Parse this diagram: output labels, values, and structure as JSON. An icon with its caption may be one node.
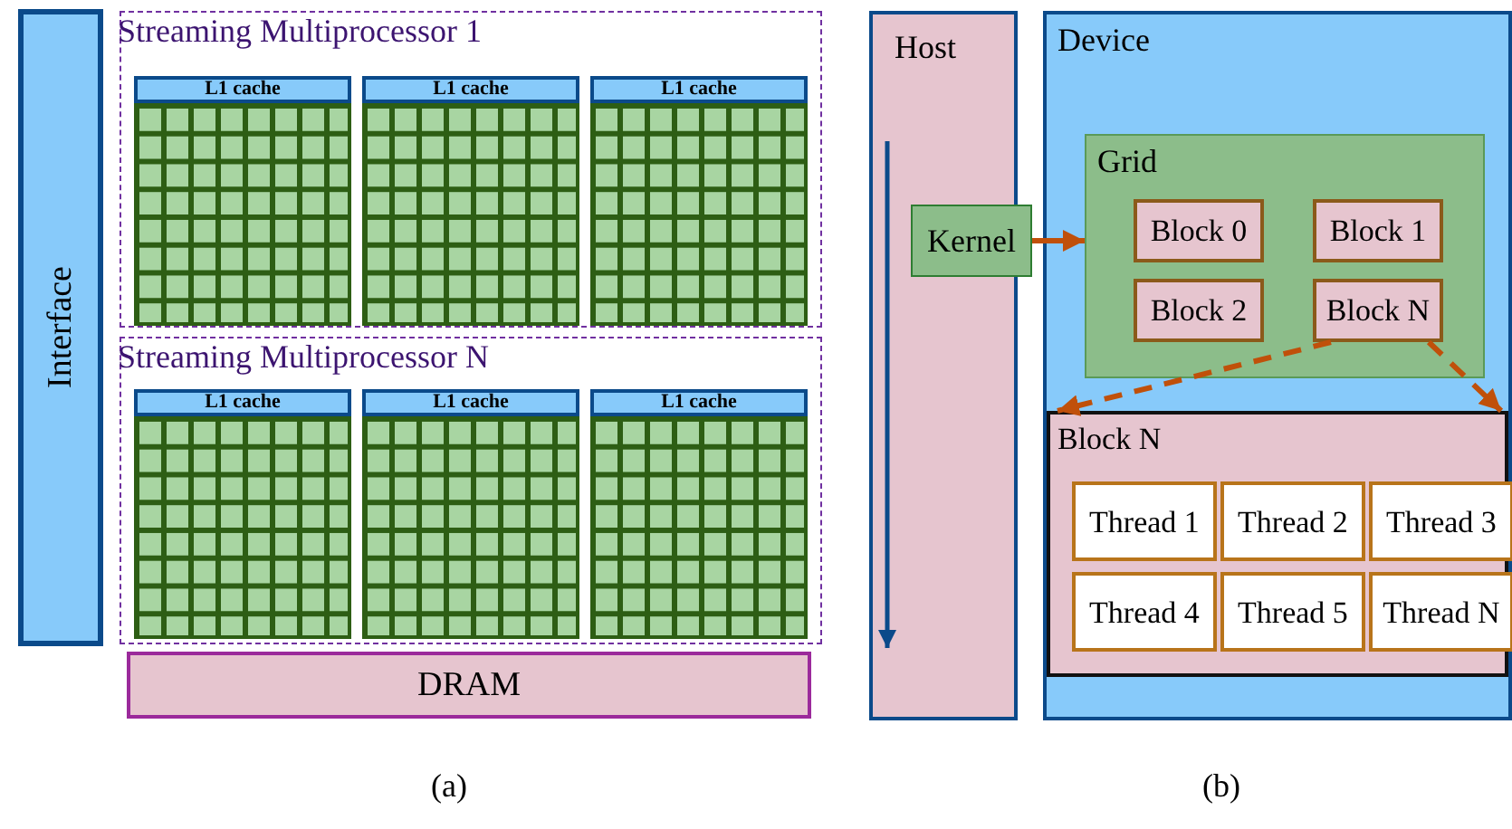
{
  "diagram": {
    "nodes": [
      {
        "text": [
          "Interface"
        ]
      },
      {
        "text": [
          "Streaming Multiprocessor 1"
        ]
      },
      {
        "text": [
          "L1 cache"
        ],
        "in": 1
      },
      {
        "text": [],
        "shape": "grid",
        "in": 1
      },
      {
        "text": [
          "L1 cache"
        ],
        "in": 1
      },
      {
        "text": [],
        "shape": "grid",
        "in": 1
      },
      {
        "text": [
          "L1 cache"
        ],
        "in": 1
      },
      {
        "text": [],
        "shape": "grid",
        "in": 1
      },
      {
        "text": [
          "Streaming Multiprocessor N"
        ]
      },
      {
        "text": [
          "L1 cache"
        ],
        "in": 8
      },
      {
        "text": [],
        "shape": "grid",
        "in": 8
      },
      {
        "text": [
          "L1 cache"
        ],
        "in": 8
      },
      {
        "text": [],
        "shape": "grid",
        "in": 8
      },
      {
        "text": [
          "L1 cache"
        ],
        "in": 8
      },
      {
        "text": [],
        "shape": "grid",
        "in": 8
      },
      {
        "text": [
          "DRAM"
        ]
      },
      {
        "text": [
          "Host"
        ]
      },
      {
        "text": [
          "Kernel"
        ]
      },
      {
        "text": [
          "Device"
        ]
      },
      {
        "text": [
          "Grid"
        ],
        "in": 18
      },
      {
        "text": [
          "Block 0"
        ],
        "in": 19
      },
      {
        "text": [
          "Block 1"
        ],
        "in": 19
      },
      {
        "text": [
          "Block 2"
        ],
        "in": 19
      },
      {
        "text": [
          "Block N"
        ],
        "in": 19
      },
      {
        "text": [
          "Block N"
        ],
        "in": 18
      },
      {
        "text": [
          "Thread 1"
        ],
        "in": 24
      },
      {
        "text": [
          "Thread 2"
        ],
        "in": 24
      },
      {
        "text": [
          "Thread 3"
        ],
        "in": 24
      },
      {
        "text": [
          "Thread 4"
        ],
        "in": 24
      },
      {
        "text": [
          "Thread 5"
        ],
        "in": 24
      },
      {
        "text": [
          "Thread N"
        ],
        "in": 24
      }
    ],
    "edges": [
      {
        "from": 17,
        "to": 19,
        "arrow": "to"
      },
      {
        "from": 23,
        "to": 24,
        "arrow": "to",
        "style": "dashed"
      },
      {
        "from": 23,
        "to": 24,
        "arrow": "to",
        "style": "dashed"
      }
    ],
    "labels": [
      "(a)",
      "(b)"
    ]
  }
}
